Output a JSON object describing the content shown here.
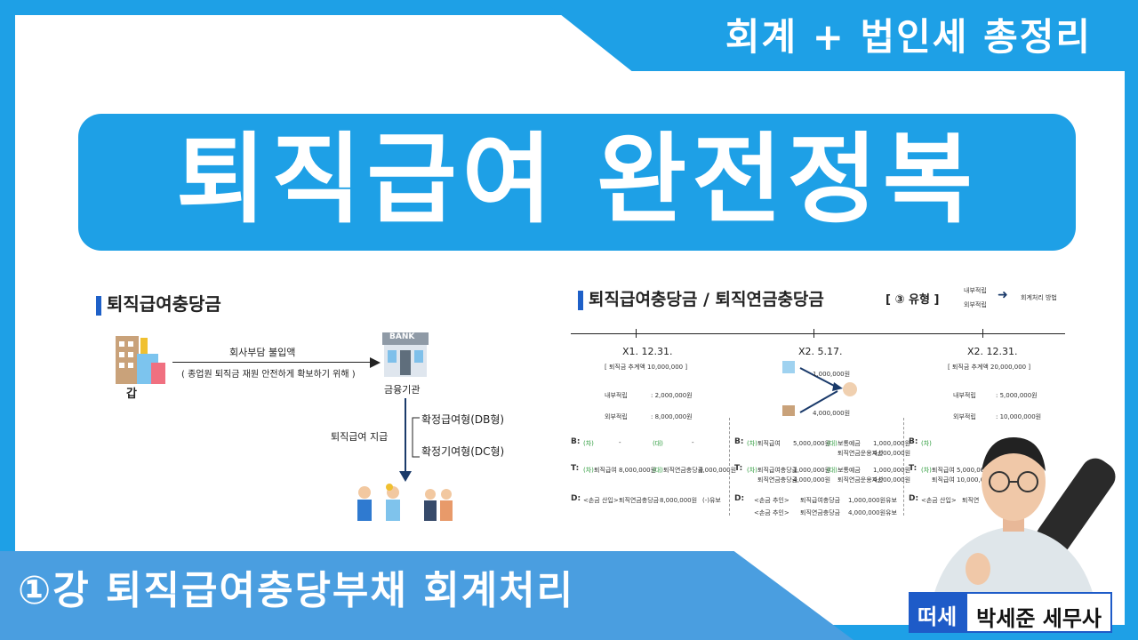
{
  "top_banner": {
    "text": "회계 + 법인세 총정리"
  },
  "title": {
    "text": "퇴직급여 완전정복"
  },
  "bottom_banner": {
    "text": "①강 퇴직급여충당부채 회계처리"
  },
  "left_section": {
    "heading": "퇴직급여충당금",
    "company_label": "갑",
    "bank_sign": "BANK",
    "bank_label": "금융기관",
    "arrow_label": "회사부담 불입액",
    "arrow_sublabel": "( 종업원 퇴직금 재원 안전하게 확보하기 위해 )",
    "pay_label": "퇴직급여 지급",
    "db_type": "확정급여형(DB형)",
    "dc_type": "확정기여형(DC형)"
  },
  "right_section": {
    "heading": "퇴직급여충당금 / 퇴직연금충당금",
    "type_label": "[ ③ 유형 ]",
    "type_items": [
      "내부적립",
      "외부적립"
    ],
    "type_result": "회계처리 방법",
    "dates": [
      "X1. 12.31.",
      "X2. 5.17.",
      "X2. 12.31."
    ],
    "col1": {
      "estimate": "[ 퇴직금 추계액 10,000,000 ]",
      "inner": "내부적립",
      "inner_amt": ": 2,000,000원",
      "outer": "외부적립",
      "outer_amt": ": 8,000,000원",
      "B": [
        "B:",
        "(차)",
        "-",
        "(대)",
        "-"
      ],
      "T": [
        "T:",
        "(차)",
        "퇴직급여 8,000,000원",
        "(대)",
        "퇴직연금충당금",
        "8,000,000원"
      ],
      "D": [
        "D:",
        "<손금 산입>",
        "퇴직연금충당금",
        "8,000,000원",
        "(-)유보"
      ]
    },
    "col2": {
      "amt1": "1,000,000원",
      "amt2": "4,000,000원",
      "B1": [
        "B:",
        "(차)",
        "퇴직급여",
        "5,000,000원",
        "(대)",
        "보통예금",
        "1,000,000원"
      ],
      "B2": [
        "퇴직연금운용자산",
        "4,000,000원"
      ],
      "T1": [
        "T:",
        "(차)",
        "퇴직급여충당금",
        "1,000,000원",
        "(대)",
        "보통예금",
        "1,000,000원"
      ],
      "T2": [
        "퇴직연금충당금",
        "4,000,000원",
        "퇴직연금운용자산",
        "4,000,000원"
      ],
      "D1": [
        "D:",
        "<손금 추인>",
        "퇴직급여충당금",
        "1,000,000원",
        "유보"
      ],
      "D2": [
        "<손금 추인>",
        "퇴직연금충당금",
        "4,000,000원",
        "유보"
      ]
    },
    "col3": {
      "estimate": "[ 퇴직금 추계액 20,000,000 ]",
      "inner": "내부적립",
      "inner_amt": ": 5,000,000원",
      "outer": "외부적립",
      "outer_amt": ": 10,000,000원",
      "B": [
        "B:",
        "(차)"
      ],
      "T": [
        "T:",
        "(차)",
        "퇴직급여 5,000,000원",
        "퇴직급여 10,000,000원"
      ],
      "D": [
        "D:",
        "<손금 산입>",
        "퇴직연"
      ]
    }
  },
  "name_tag": {
    "brand": "떠세",
    "name": "박세준 세무사"
  }
}
